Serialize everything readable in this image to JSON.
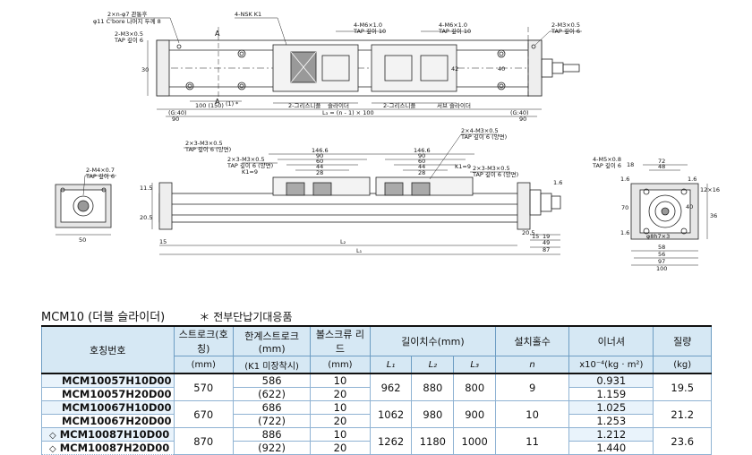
{
  "drawing": {
    "top_labels": {
      "holes": "2×n-φ7 관통후",
      "cbore": "φ11 C'bore 나머지 두께 8",
      "tap1": "2-M3×0.5",
      "tap1b": "TAP 깊이 6",
      "nsk": "4-NSK K1",
      "m6a": "4-M6×1.0",
      "m6a_tap": "TAP 깊이 10",
      "m6b": "4-M6×1.0",
      "m6b_tap": "TAP 깊이 10",
      "tap2": "2-M3×0.5",
      "tap2b": "TAP 깊이 6",
      "g40l": "(G:40)",
      "g40r": "(G:40)",
      "d90l": "90",
      "d90r": "90",
      "pitch": "100 (150)",
      "pitch_note": "(1)",
      "grease1": "2-그리스니플",
      "slider": "슬라이더",
      "grease2": "2-그리스니플",
      "sub_slider": "서브 슬라이더",
      "l3": "L₃ =  (n - 1) × 100",
      "dim30": "30",
      "dim40": "40",
      "dim42": "42",
      "secA_l": "A",
      "secA_r": "A",
      "star": "*"
    },
    "front_labels": {
      "m3a": "2×3-M3×0.5",
      "m3a_tap": "TAP 깊이 6 (양면)",
      "m3b": "2×3-M3×0.5",
      "m3b_tap": "TAP 깊이 6 (양면)",
      "k1": "K1=9",
      "m3c": "2×4-M3×0.5",
      "m3c_tap": "TAP 깊이 6 (양면)",
      "m3d": "2×3-M3×0.5",
      "m3d_tap": "TAP 깊이 6 (양면)",
      "k1b": "K1=9",
      "d1466a": "146.6",
      "d90a": "90",
      "d60a": "60",
      "d44a": "44",
      "d28a": "28",
      "d1466b": "146.6",
      "d90b": "90",
      "d60b": "60",
      "d44b": "44",
      "d28b": "28",
      "h115": "11.5",
      "h205": "20.5",
      "h205r": "20.5",
      "d15": "15",
      "d15r": "15",
      "d19": "19",
      "d49": "49",
      "d87": "87",
      "l2": "L₂",
      "l1": "L₁",
      "d16": "1.6"
    },
    "left_labels": {
      "m4": "2-M4×0.7",
      "m4_tap": "TAP 깊이 6",
      "d50": "50"
    },
    "right_labels": {
      "m5": "4-M5×0.8",
      "m5_tap": "TAP 깊이 6",
      "d72": "72",
      "d48": "48",
      "d18": "18",
      "d16a": "1.6",
      "d16b": "1.6",
      "d16c": "1.6",
      "d70": "70",
      "d40": "40",
      "d36": "36",
      "d58": "58",
      "d56": "56",
      "d97": "97",
      "d100": "100",
      "d1216": "12×16",
      "fit": "φ8h7×3"
    }
  },
  "section": {
    "title": "MCM10 (더블 슬라이더)",
    "note": "＊ 전부단납기대응품"
  },
  "table": {
    "headers": {
      "model": "호칭번호",
      "stroke": "스트로크(호칭)",
      "stroke_unit": "(mm)",
      "limit": "한계스트로크(mm)",
      "limit_unit": "(K1 미장착시)",
      "lead": "볼스크류 리드",
      "lead_unit": "(mm)",
      "length": "길이치수(mm)",
      "l1": "L₁",
      "l2": "L₂",
      "l3": "L₃",
      "count": "설치홀수",
      "count_unit": "n",
      "inertia": "이너셔",
      "inertia_unit": "x10⁻⁴(kg · m²)",
      "mass": "질량",
      "mass_unit": "(kg)"
    },
    "rows": [
      {
        "mark": "",
        "model_a": "MCM10057H10D00",
        "model_b": "MCM10057H20D00",
        "stroke": "570",
        "limit_a": "586",
        "limit_b": "(622)",
        "lead_a": "10",
        "lead_b": "20",
        "l1": "962",
        "l2": "880",
        "l3": "800",
        "n": "9",
        "inertia_a": "0.931",
        "inertia_b": "1.159",
        "mass": "19.5"
      },
      {
        "mark": "",
        "model_a": "MCM10067H10D00",
        "model_b": "MCM10067H20D00",
        "stroke": "670",
        "limit_a": "686",
        "limit_b": "(722)",
        "lead_a": "10",
        "lead_b": "20",
        "l1": "1062",
        "l2": "980",
        "l3": "900",
        "n": "10",
        "inertia_a": "1.025",
        "inertia_b": "1.253",
        "mass": "21.2"
      },
      {
        "mark": "◇",
        "model_a": "MCM10087H10D00",
        "model_b": "MCM10087H20D00",
        "stroke": "870",
        "limit_a": "886",
        "limit_b": "(922)",
        "lead_a": "10",
        "lead_b": "20",
        "l1": "1262",
        "l2": "1180",
        "l3": "1000",
        "n": "11",
        "inertia_a": "1.212",
        "inertia_b": "1.440",
        "mass": "23.6"
      }
    ]
  }
}
